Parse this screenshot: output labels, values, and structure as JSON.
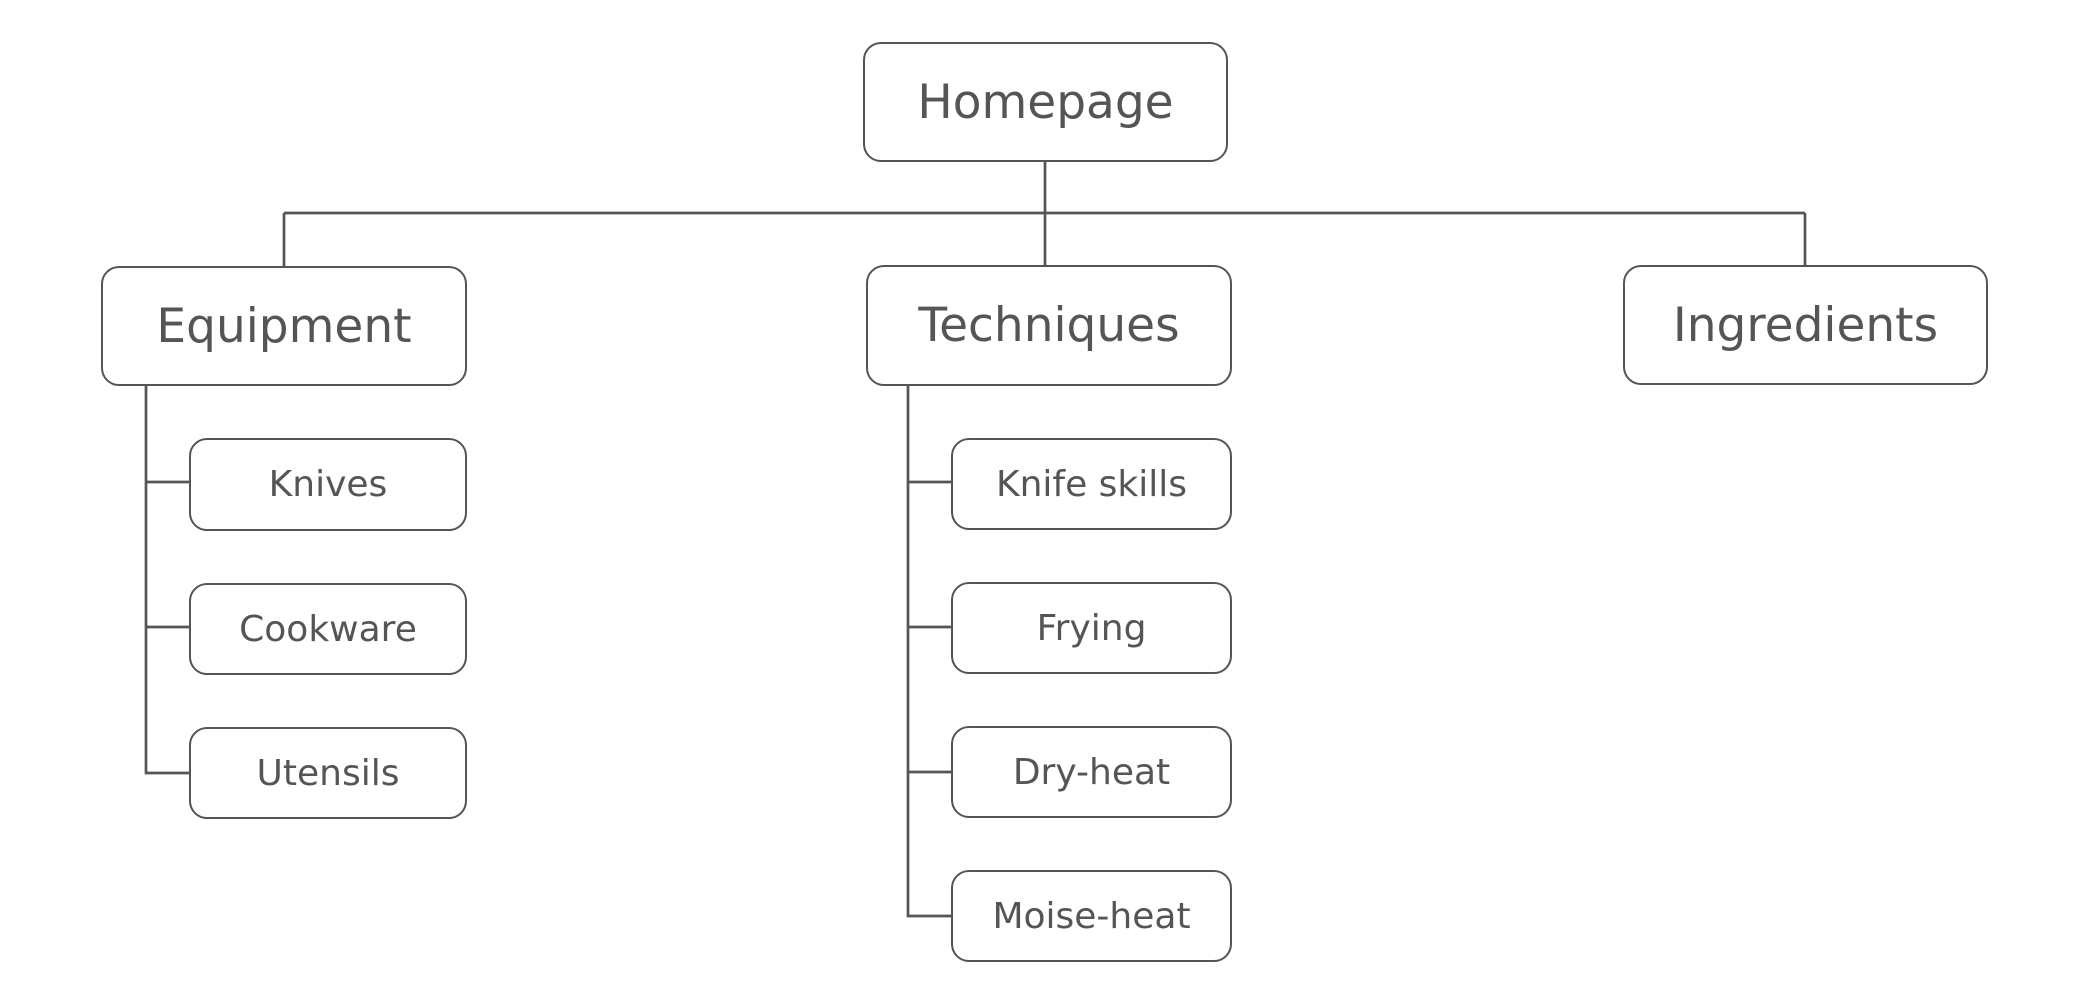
{
  "colors": {
    "stroke": "#555555",
    "text": "#555555",
    "background": "#ffffff"
  },
  "root": {
    "label": "Homepage"
  },
  "sections": [
    {
      "label": "Equipment",
      "children": [
        "Knives",
        "Cookware",
        "Utensils"
      ]
    },
    {
      "label": "Techniques",
      "children": [
        "Knife skills",
        "Frying",
        "Dry-heat",
        "Moise-heat"
      ]
    },
    {
      "label": "Ingredients",
      "children": []
    }
  ]
}
